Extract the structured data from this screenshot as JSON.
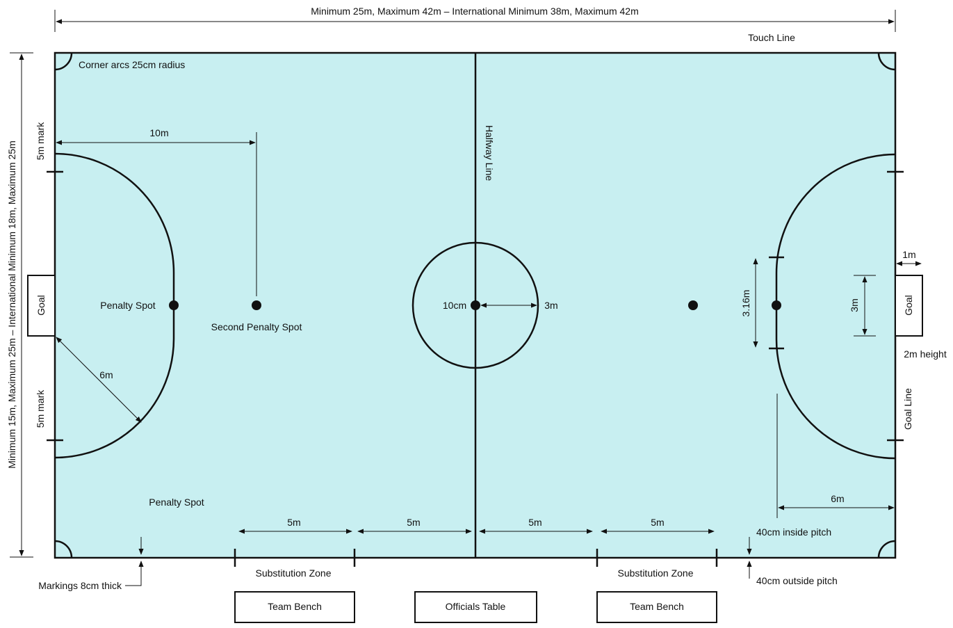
{
  "dimensions": {
    "length": "Minimum 25m, Maximum 42m – International Minimum 38m, Maximum 42m",
    "width": "Minimum 15m, Maximum 25m – International Minimum 18m, Maximum 25m"
  },
  "lines": {
    "touch_line": "Touch Line",
    "halfway_line": "Halfway Line",
    "goal_line": "Goal Line"
  },
  "corner_arcs": "Corner arcs 25cm radius",
  "five_m_mark": "5m mark",
  "goal": "Goal",
  "penalty_spot": "Penalty Spot",
  "second_penalty_spot": "Second Penalty Spot",
  "measures": {
    "ten_m": "10m",
    "six_m": "6m",
    "ten_cm": "10cm",
    "three_m": "3m",
    "three_sixteen_m": "3.16m",
    "one_m": "1m",
    "two_m_height": "2m height",
    "five_m": "5m"
  },
  "markings_thick": "Markings 8cm thick",
  "inside_pitch": "40cm inside pitch",
  "outside_pitch": "40cm outside pitch",
  "substitution_zone": "Substitution Zone",
  "team_bench": "Team Bench",
  "officials_table": "Officials Table",
  "colors": {
    "pitch": "#c8eff1",
    "line": "#111111"
  }
}
